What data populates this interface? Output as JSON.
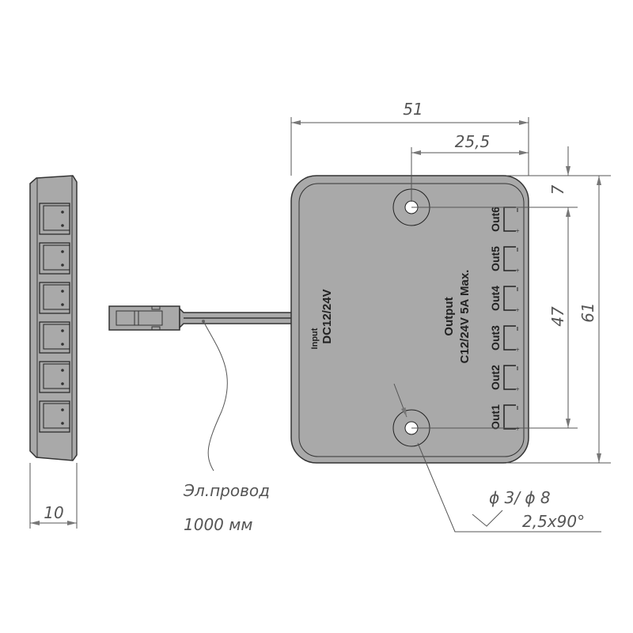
{
  "dimensions": {
    "width_total": "51",
    "hole_offset_x": "25,5",
    "hole_offset_y": "7",
    "hole_spacing": "47",
    "height_total": "61",
    "thickness": "10"
  },
  "labels": {
    "input_title": "Input",
    "input_voltage": "DC12/24V",
    "output_title": "Output",
    "output_rating": "C12/24V 5A Max.",
    "outputs": [
      "Out1",
      "Out2",
      "Out3",
      "Out4",
      "Out5",
      "Out6"
    ],
    "hole_diameter": "ϕ 3/ ϕ 8",
    "countersink": "2,5x90°",
    "wire_label": "Эл.провод",
    "wire_length": "1000 мм"
  },
  "colors": {
    "body": "#a9a9a9",
    "outline": "#333333",
    "dimension": "#555555"
  }
}
